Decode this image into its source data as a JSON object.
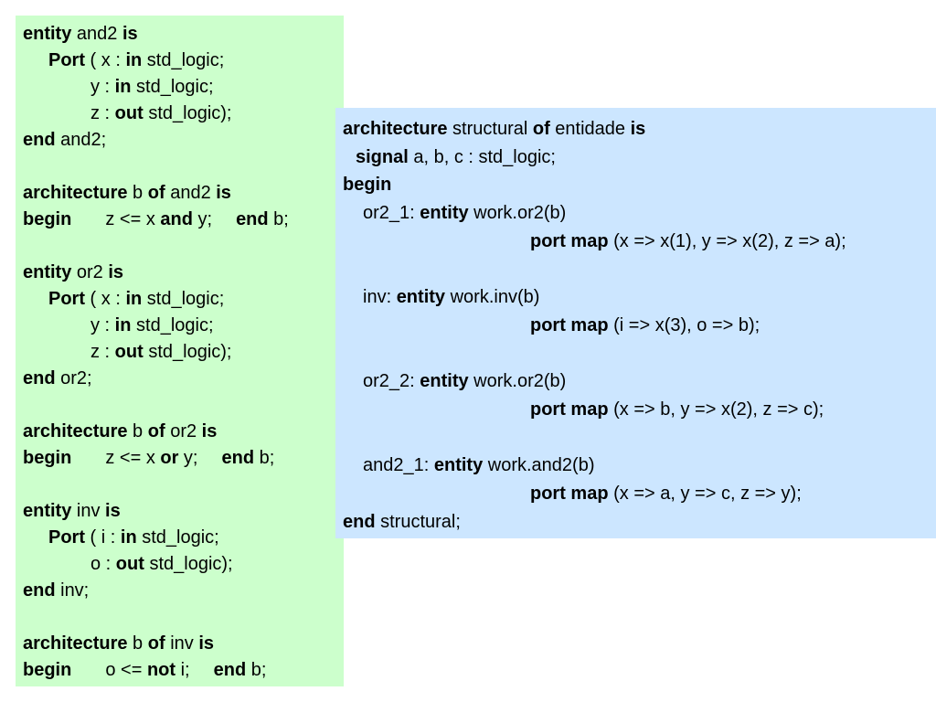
{
  "left": {
    "and2_entity": {
      "l1": [
        "entity",
        " and2 ",
        "is"
      ],
      "l2": [
        "Port",
        " ( x : ",
        "in",
        " std_logic;"
      ],
      "l3": [
        "y : ",
        "in",
        " std_logic;"
      ],
      "l4": [
        "z : ",
        "out",
        " std_logic);"
      ],
      "l5": [
        "end",
        " and2;"
      ]
    },
    "and2_arch": {
      "l1": [
        "architecture",
        " b ",
        "of",
        " and2 ",
        "is"
      ],
      "l2": [
        "begin",
        "z <= x ",
        "and",
        " y;",
        "end",
        " b;"
      ]
    },
    "or2_entity": {
      "l1": [
        "entity",
        " or2 ",
        "is"
      ],
      "l2": [
        "Port",
        " ( x : ",
        "in",
        " std_logic;"
      ],
      "l3": [
        "y : ",
        "in",
        " std_logic;"
      ],
      "l4": [
        "z : ",
        "out",
        " std_logic);"
      ],
      "l5": [
        "end",
        " or2;"
      ]
    },
    "or2_arch": {
      "l1": [
        "architecture",
        " b ",
        "of",
        " or2 ",
        "is"
      ],
      "l2": [
        "begin",
        "z <= x ",
        "or",
        " y;",
        "end",
        " b;"
      ]
    },
    "inv_entity": {
      "l1": [
        "entity",
        " inv ",
        "is"
      ],
      "l2": [
        "Port",
        " ( i : ",
        "in",
        " std_logic;"
      ],
      "l3": [
        "o : ",
        "out",
        " std_logic);"
      ],
      "l4": [
        "end",
        " inv;"
      ]
    },
    "inv_arch": {
      "l1": [
        "architecture",
        " b ",
        "of",
        " inv ",
        "is"
      ],
      "l2": [
        "begin",
        "o <= ",
        "not",
        " i;",
        "end",
        " b;"
      ]
    }
  },
  "right": {
    "l1": [
      "architecture",
      " structural ",
      "of",
      " entidade ",
      "is"
    ],
    "l2": [
      "signal",
      " a, b, c : std_logic;"
    ],
    "l3": [
      "begin"
    ],
    "l4": [
      "or2_1: ",
      "entity",
      " work.or2(b)"
    ],
    "l5": [
      "port map",
      " (x => x(1), y => x(2), z => a);"
    ],
    "l6": [
      "inv: ",
      "entity",
      " work.inv(b)"
    ],
    "l7": [
      "port map",
      " (i => x(3), o => b);"
    ],
    "l8": [
      "or2_2: ",
      "entity",
      " work.or2(b)"
    ],
    "l9": [
      "port map",
      " (x => b, y => x(2), z => c);"
    ],
    "l10": [
      "and2_1: ",
      "entity",
      " work.and2(b)"
    ],
    "l11": [
      "port map",
      " (x => a, y => c, z => y);"
    ],
    "l12": [
      "end",
      " structural;"
    ]
  }
}
